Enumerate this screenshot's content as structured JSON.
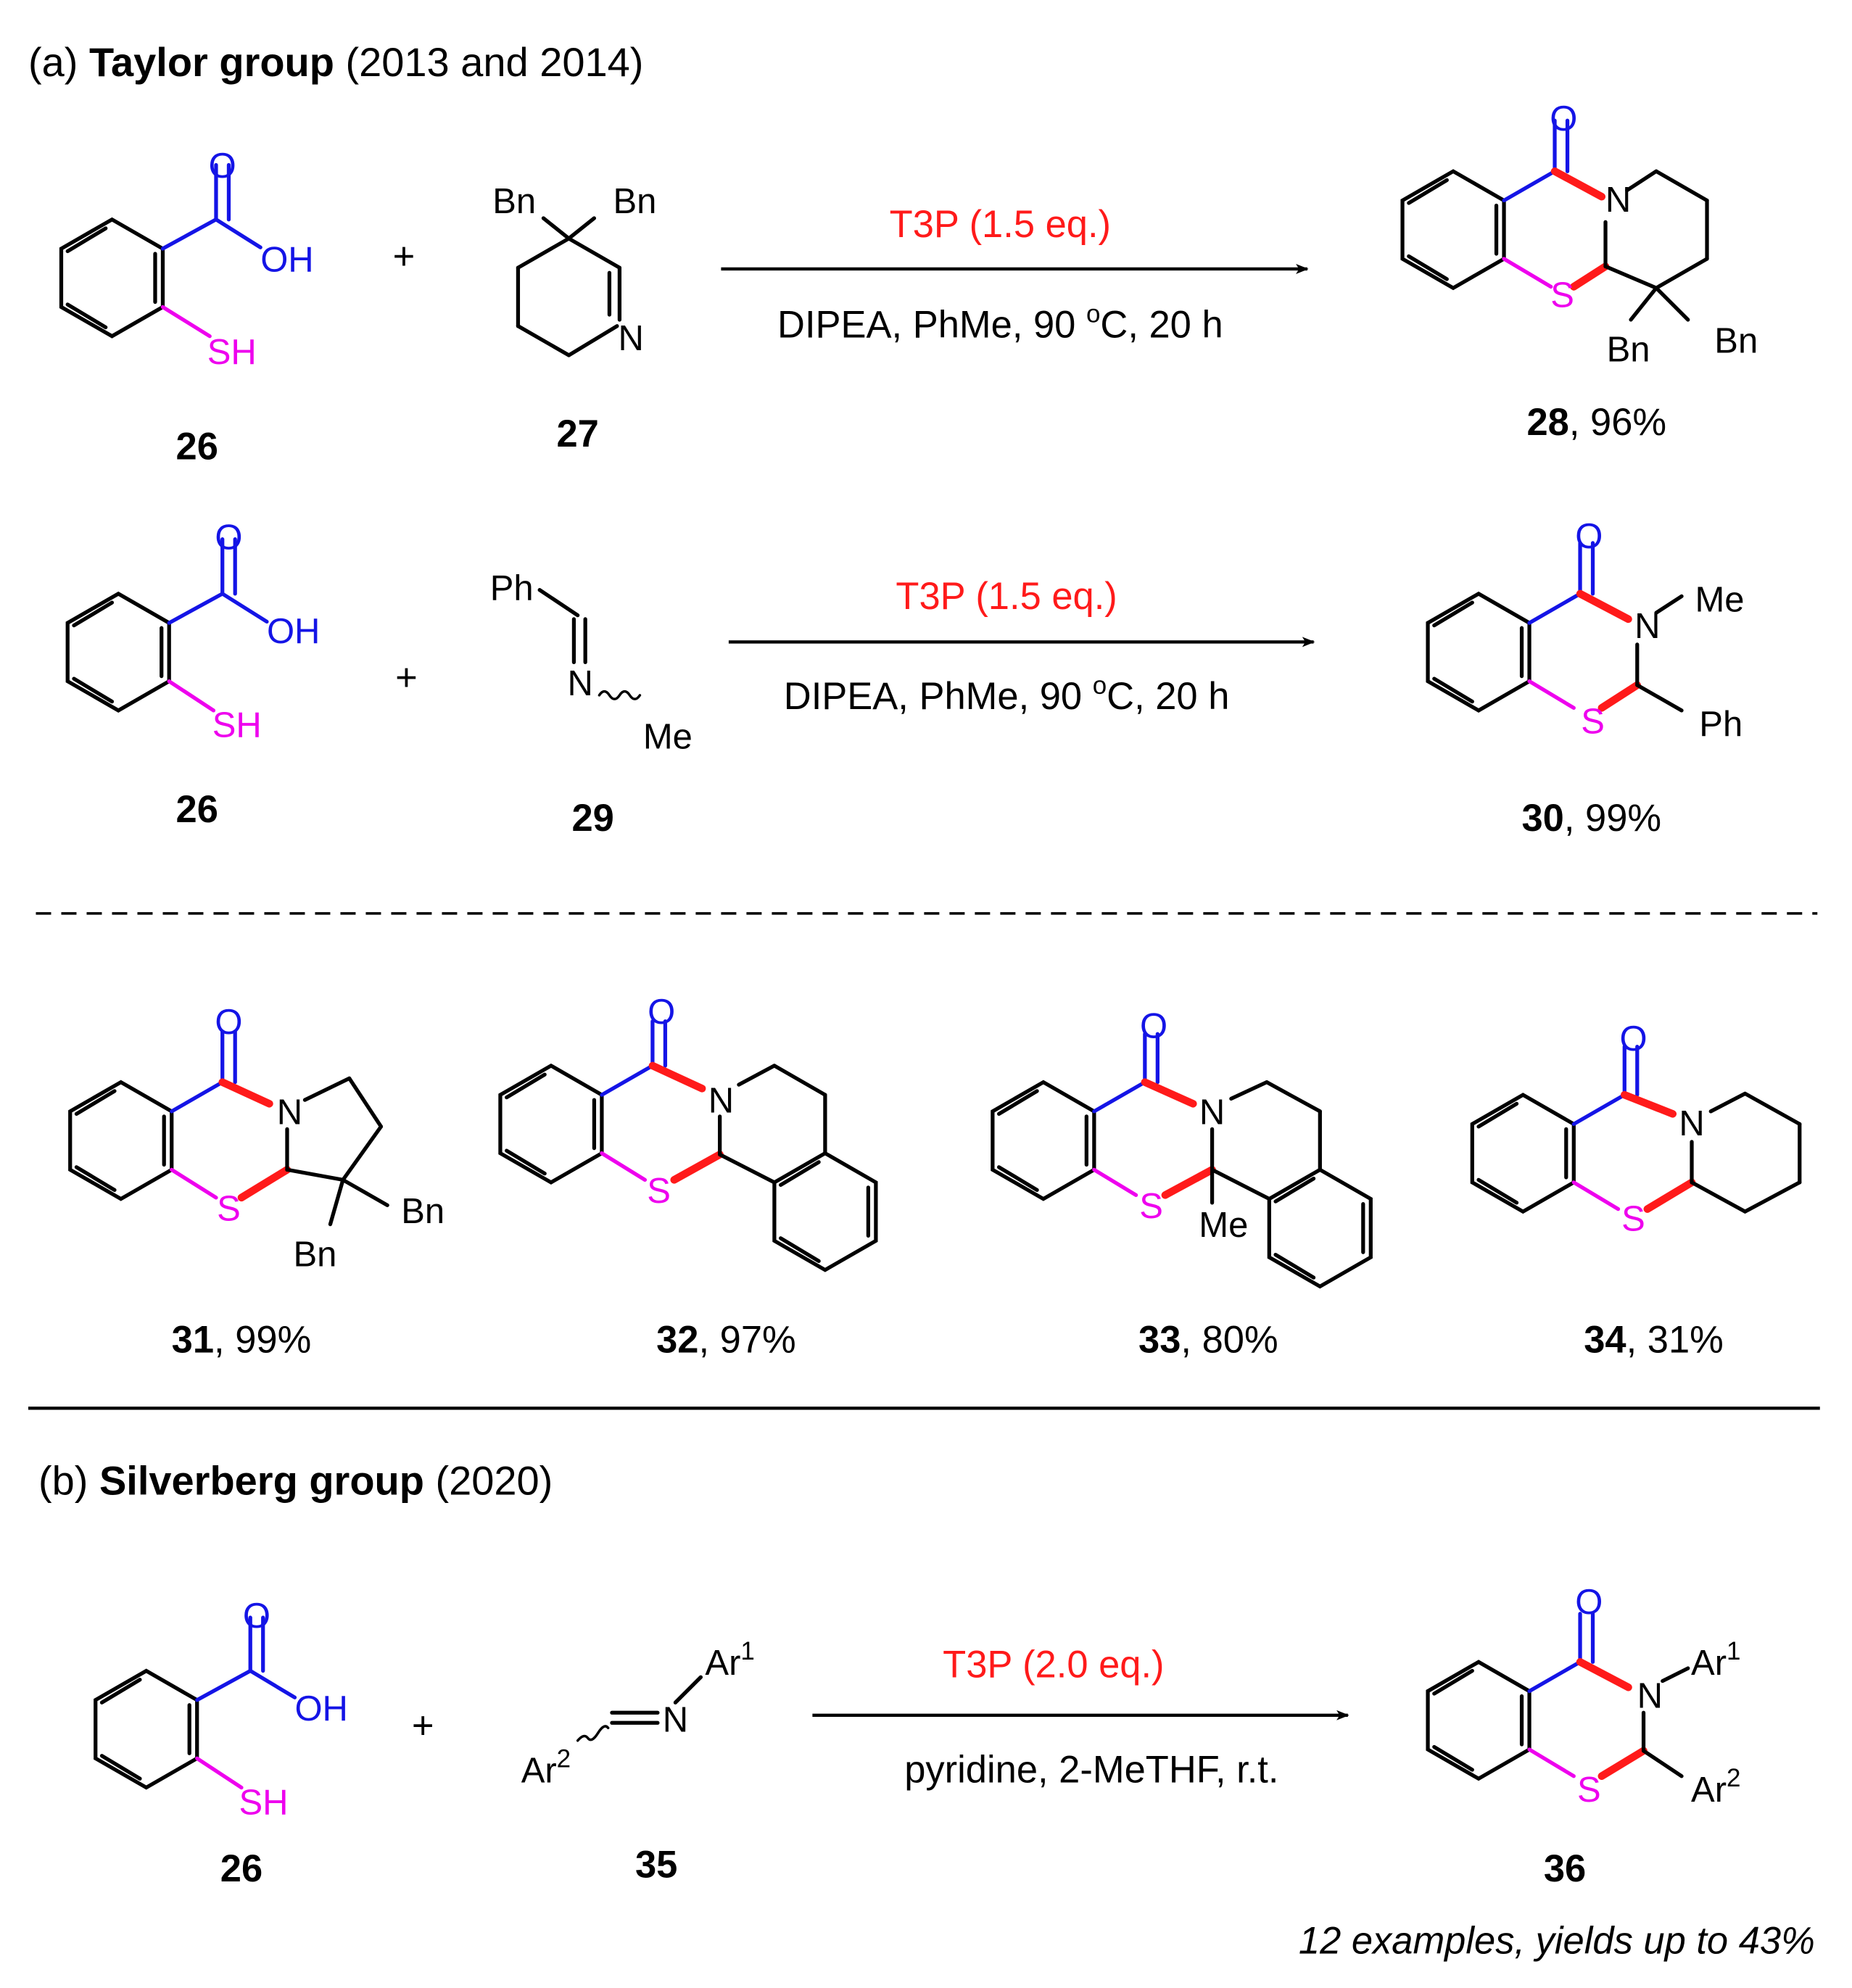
{
  "section_a": {
    "tag": "(a) ",
    "group": "Taylor group",
    "years": " (2013 and 2014)"
  },
  "section_b": {
    "tag": "(b) ",
    "group": "Silverberg group",
    "years": " (2020)"
  },
  "atoms": {
    "O": "O",
    "OH": "OH",
    "SH": "SH",
    "S": "S",
    "N": "N",
    "Bn": "Bn",
    "Me": "Me",
    "Ph": "Ph",
    "Ar": "Ar",
    "sup1": "1",
    "sup2": "2",
    "plus": "+"
  },
  "reaction1": {
    "reagent": "T3P (1.5 eq.)",
    "conditions": "DIPEA, PhMe, 90 ",
    "degree": "o",
    "conditions_tail": "C,  20 h",
    "sm_label": "26",
    "partner_label": "27",
    "product_label": "28",
    "product_yield": ", 96%"
  },
  "reaction2": {
    "reagent": "T3P (1.5 eq.)",
    "conditions": "DIPEA, PhMe, 90 ",
    "degree": "o",
    "conditions_tail": "C,  20 h",
    "sm_label": "26",
    "partner_label": "29",
    "product_label": "30",
    "product_yield": ", 99%"
  },
  "examples": [
    {
      "label": "31",
      "yield": ", 99%"
    },
    {
      "label": "32",
      "yield": ", 97%"
    },
    {
      "label": "33",
      "yield": ", 80%"
    },
    {
      "label": "34",
      "yield": ", 31%"
    }
  ],
  "reaction3": {
    "reagent": "T3P (2.0 eq.)",
    "conditions": "pyridine, 2-MeTHF,  r.t.",
    "sm_label": "26",
    "partner_label": "35",
    "product_label": "36",
    "footnote": "12 examples, yields up to 43%"
  },
  "colors": {
    "carbonyl": "#1414e6",
    "sulfur": "#ee00ee",
    "new_bond": "#ff1a1a",
    "reagent": "#ff1a1a",
    "ink": "#000000"
  }
}
